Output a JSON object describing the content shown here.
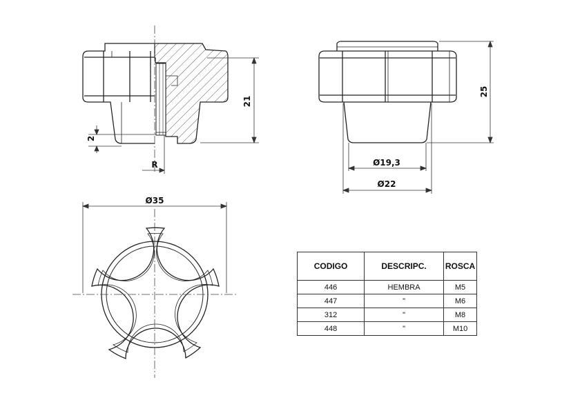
{
  "dimensions": {
    "height_21": "21",
    "height_25": "25",
    "thread_depth": "2",
    "radius": "R",
    "dia_small": "Ø19,3",
    "dia_base": "Ø22",
    "dia_outer": "Ø35"
  },
  "table": {
    "headers": [
      "CODIGO",
      "DESCRIPC.",
      "ROSCA"
    ],
    "rows": [
      [
        "446",
        "HEMBRA",
        "M5"
      ],
      [
        "447",
        "\"",
        "M6"
      ],
      [
        "312",
        "\"",
        "M8"
      ],
      [
        "448",
        "\"",
        "M10"
      ]
    ]
  }
}
